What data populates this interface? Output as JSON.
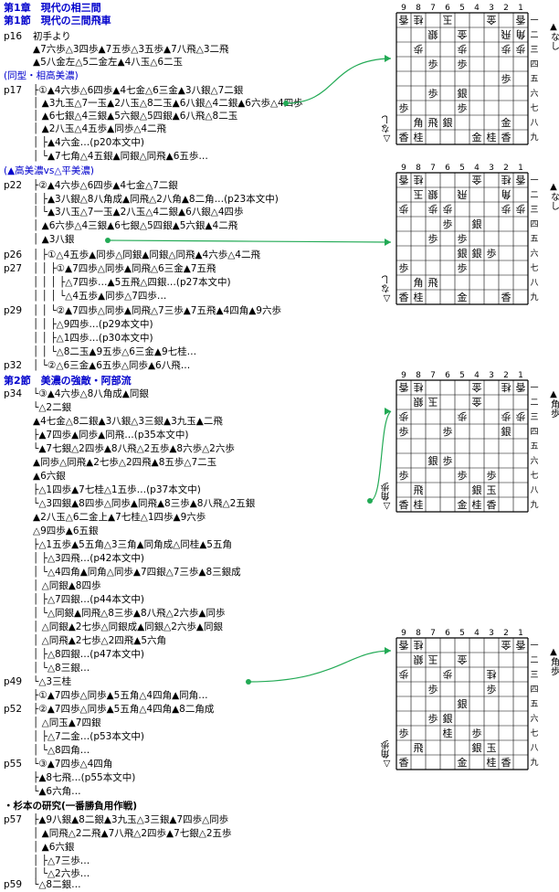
{
  "chapter": "第1章　現代の相三間",
  "section1": "第1節　現代の三間飛車",
  "section2": "第2節　美濃の強敵・阿部流",
  "sub_doukei": "(同型・相高美濃)",
  "sub_takamino": "(▲高美濃vs△平美濃)",
  "sub_sugimoto": "・杉本の研究(一番勝負用作戦)",
  "pages": [
    "p16",
    "p17",
    "p22",
    "p26",
    "p27",
    "p29",
    "p32",
    "p34",
    "p49",
    "p52",
    "p55",
    "p57",
    "p59"
  ],
  "lines": [
    "初手より",
    "▲7六歩△3四歩▲7五歩△3五歩▲7八飛△3二飛",
    "▲5八金左△5二金左▲4八玉△6二玉",
    "├①▲4六歩△6四歩▲4七金△6三金▲3八銀△7二銀",
    "│ ▲3九玉△7一玉▲2八玉△8二玉▲6八銀△4二銀▲6六歩△4四歩",
    "│ ▲6七銀△4三銀▲5六銀△5四銀▲6八飛△8二玉",
    "│ ▲2八玉△4五歩▲同歩△4二飛",
    "│ ├▲4六金…(p20本文中)",
    "│ └▲7七角△4五銀▲同銀△同飛▲6五歩…",
    "├②▲4六歩△6四歩▲4七金△7二銀",
    "│ ├▲3八銀△8八角成▲同飛△2八角▲8二角…(p23本文中)",
    "│ └▲3八玉△7一玉▲2八玉△4二銀▲6八銀△4四歩",
    "│    ▲6六歩△4三銀▲6七銀△5四銀▲5六銀▲4二飛",
    "│    ▲3八銀",
    "│    ├①△4五歩▲同歩△同銀▲同銀△同飛▲4六歩△4二飛",
    "│    │ ├①▲7四歩△同歩▲同飛△6三金▲7五飛",
    "│    │ │ ├△7四歩…▲5五飛△四銀…(p27本文中)",
    "│    │ │ └△4五歩▲同歩△7四歩…",
    "│    │ └②▲7四歩△同歩▲同飛△7三歩▲7五飛▲4四角▲9六歩",
    "│    │    ├△9四歩…(p29本文中)",
    "│    │    ├△1四歩…(p30本文中)",
    "│    │    └△8二玉▲9五歩△6三金▲9七桂…",
    "│    └②△6三金▲6五歩△同歩▲6八飛…",
    "└③▲4六歩△8八角成▲同銀",
    " └△2二銀",
    "   ▲4七金△8二銀▲3八銀△3三銀▲3九玉▲二飛",
    "   ├▲7四歩▲同歩▲同飛…(p35本文中)",
    "   └▲7七銀△2四歩▲8八飛△2五歩▲8六歩△2六歩",
    "     ▲同歩△同飛▲2七歩△2四飛▲8五歩△7二玉",
    "     ▲6六銀",
    "     ├△1四歩▲7七桂△1五歩…(p37本文中)",
    "     └△3四銀▲8四歩△同歩▲同飛▲8三歩▲8八飛△2五銀",
    "       ▲2八玉△6二金上▲7七桂△1四歩▲9六歩",
    "       △9四歩▲6五銀",
    "       ├△1五歩▲5五角△3三角▲同角成△同桂▲5五角",
    "       │ ├△3四飛…(p42本文中)",
    "       │ └△4四角▲同角△同歩▲7四銀△7三歩▲8三銀成",
    "       │   △同銀▲8四歩",
    "       │   ├△7四銀…(p44本文中)",
    "       │   └△同銀▲同飛△8三歩▲8八飛△2六歩▲同歩",
    "       │     △同銀▲2七歩△同銀成▲同銀△2六歩▲同銀",
    "       │     △同飛▲2七歩△2四飛▲5六角",
    "       │     ├△8四銀…(p47本文中)",
    "       │     └△8三銀…",
    "       └△3三桂",
    "         ├①▲7四歩△同歩▲5五角△4四角▲同角…",
    "         ├②▲7四歩△同歩▲5五角△4四角▲8二角成",
    "         │ △同玉▲7四銀",
    "         │ ├△7二金…(p53本文中)",
    "         │ └△8四角…",
    "         └③▲7四歩△4四角",
    "           ├▲8七飛…(p55本文中)",
    "           └▲6六角…",
    "├▲9八銀▲8二銀▲3九玉△3三銀▲7四歩△同歩",
    "│ ▲同飛△2二飛▲7八飛△2四歩▲7七銀△2五歩",
    "│ ▲6六銀",
    "│ ├△7三歩…",
    "│ └△2六歩…",
    "└△8二銀…"
  ],
  "boards": [
    {
      "cols": [
        "9",
        "8",
        "7",
        "6",
        "5",
        "4",
        "3",
        "2",
        "1"
      ],
      "rows": [
        "一",
        "二",
        "三",
        "四",
        "五",
        "六",
        "七",
        "八",
        "九"
      ],
      "side_top": "▲なし",
      "side_bot": "△なし",
      "cells": [
        "香桂.玉..金.香",
        "..銀.金..飛角",
        ".歩..歩..歩歩",
        "..歩.歩...",
        ".......歩",
        "..歩.銀....",
        "歩...歩....",
        ".角飛銀...金.",
        "香桂...金桂香."
      ]
    },
    {
      "cols": [
        "9",
        "8",
        "7",
        "6",
        "5",
        "4",
        "3",
        "2",
        "1"
      ],
      "rows": [
        "一",
        "二",
        "三",
        "四",
        "五",
        "六",
        "七",
        "八",
        "九"
      ],
      "side_top": "▲なし",
      "side_bot": "△なし",
      "cells": [
        "香桂...金.桂香",
        ".玉銀.飛..角.",
        "歩.歩歩...歩歩",
        "...歩.銀...",
        "..歩.歩....",
        "....銀銀歩..",
        "歩...歩....",
        ".角飛.....",
        "香桂..金..香."
      ]
    },
    {
      "cols": [
        "9",
        "8",
        "7",
        "6",
        "5",
        "4",
        "3",
        "2",
        "1"
      ],
      "rows": [
        "一",
        "二",
        "三",
        "四",
        "五",
        "六",
        "七",
        "八",
        "九"
      ],
      "side_top": "▲角歩",
      "side_bot": "△角歩",
      "cells": [
        "香桂...金.桂香",
        ".銀玉..金..",
        "歩...歩..歩歩",
        "歩..歩...銀.",
        ".......",
        "..銀歩....",
        "歩...歩.歩.",
        ".飛...銀玉.",
        "香桂..金桂香."
      ]
    },
    {
      "cols": [
        "9",
        "8",
        "7",
        "6",
        "5",
        "4",
        "3",
        "2",
        "1"
      ],
      "rows": [
        "一",
        "二",
        "三",
        "四",
        "五",
        "六",
        "七",
        "八",
        "九"
      ],
      "side_top": "▲角歩",
      "side_bot": "△角歩",
      "cells": [
        "香桂.....金香",
        ".銀玉.金...",
        "歩..歩..桂.",
        "..歩...歩..",
        "....銀...",
        "..歩銀....",
        "歩..桂.歩..",
        ".飛...銀玉.",
        "香...金.桂香"
      ]
    }
  ],
  "colors": {
    "heading": "#0000cc",
    "connector": "#22aa55"
  }
}
